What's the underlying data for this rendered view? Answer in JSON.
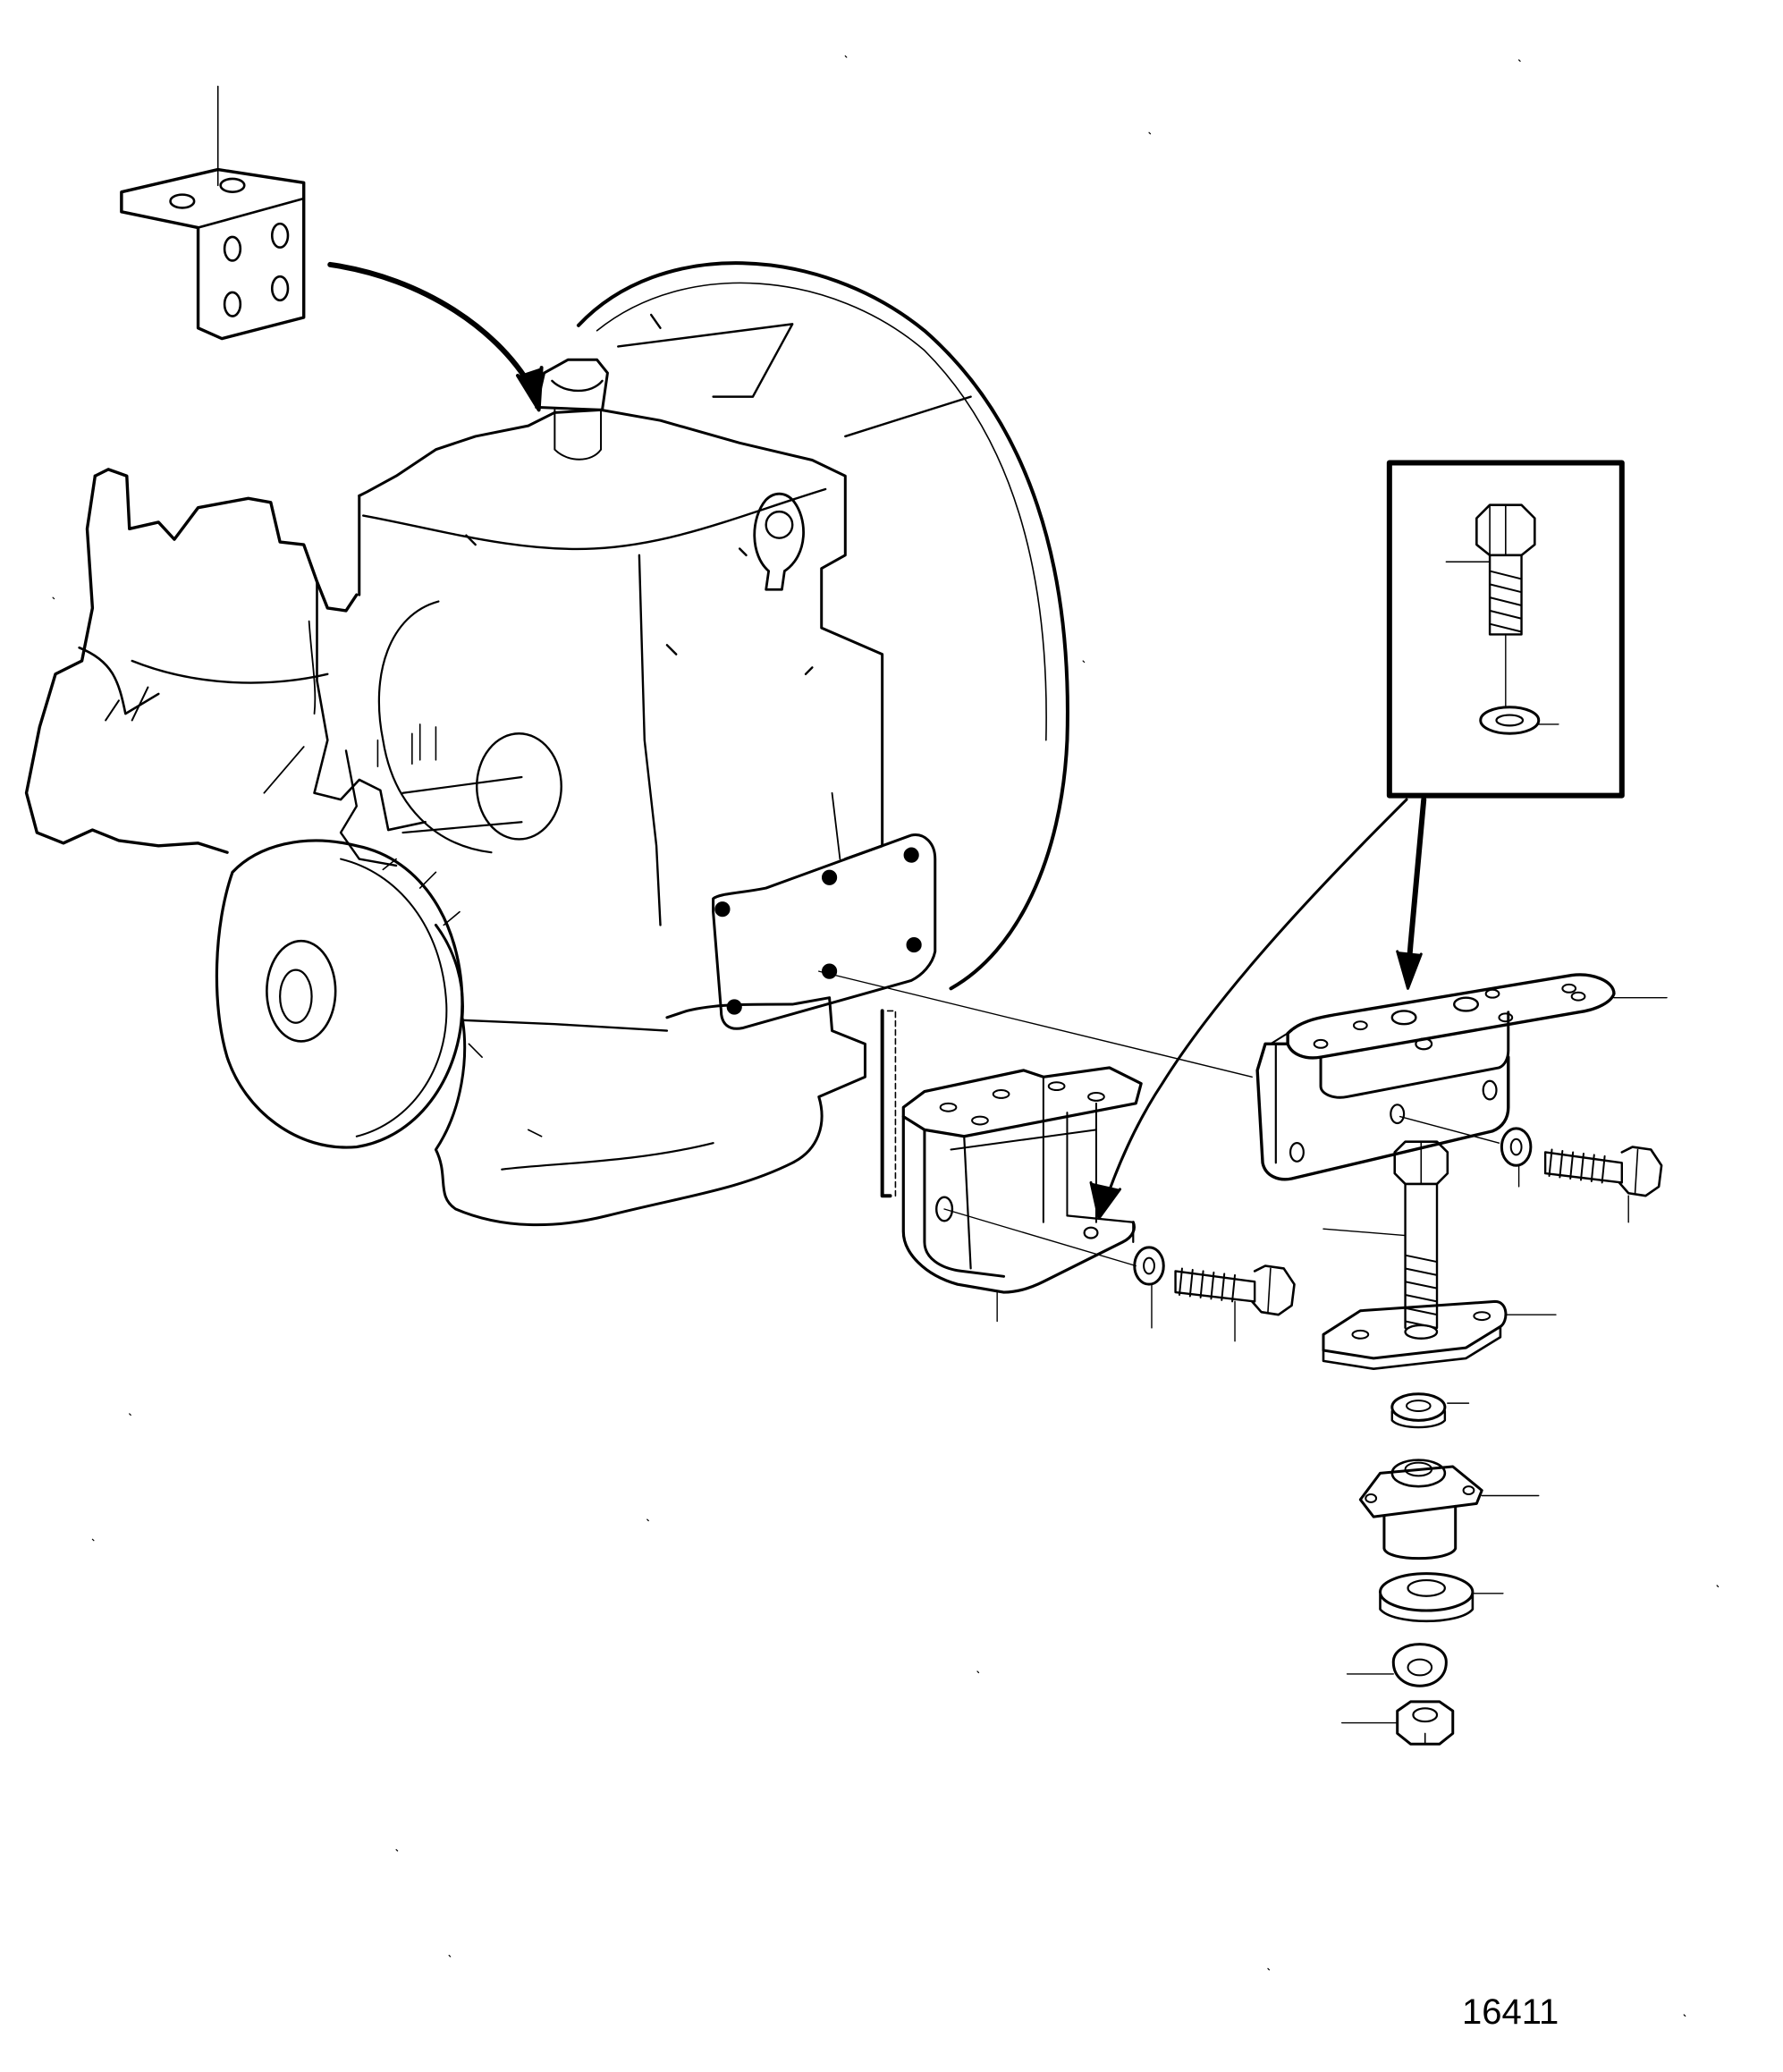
{
  "diagram": {
    "drawing_number": "16411",
    "line_color": "#000000",
    "background_color": "#ffffff",
    "parts": [
      "gearbox-housing",
      "corner-bracket",
      "rear-bracket",
      "mounting-bracket",
      "bolt",
      "washer",
      "base-plate",
      "rubber-mount",
      "nut"
    ]
  }
}
